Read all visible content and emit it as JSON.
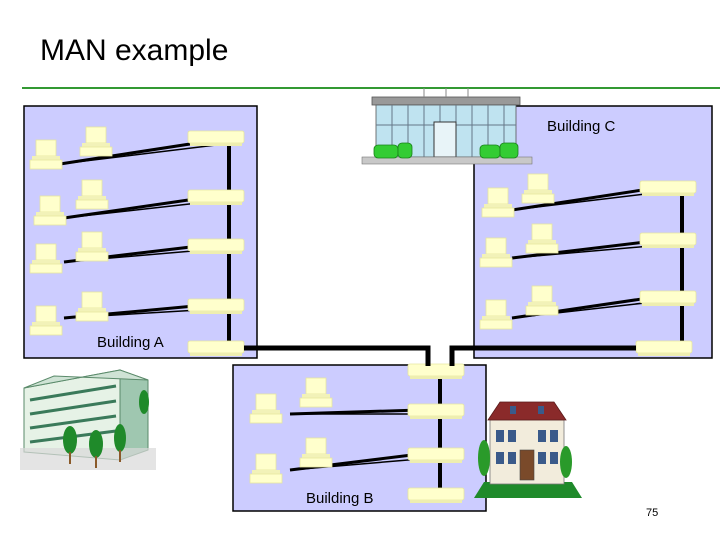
{
  "slide": {
    "title": "MAN example",
    "page_number": "75"
  },
  "buildings": {
    "a_label": "Building A",
    "b_label": "Building B",
    "c_label": "Building C"
  },
  "colors": {
    "rule": "#339933",
    "panel_fill": "#ccccff",
    "panel_stroke": "#000000",
    "device_fill": "#ffffcc",
    "cable": "#000000"
  }
}
